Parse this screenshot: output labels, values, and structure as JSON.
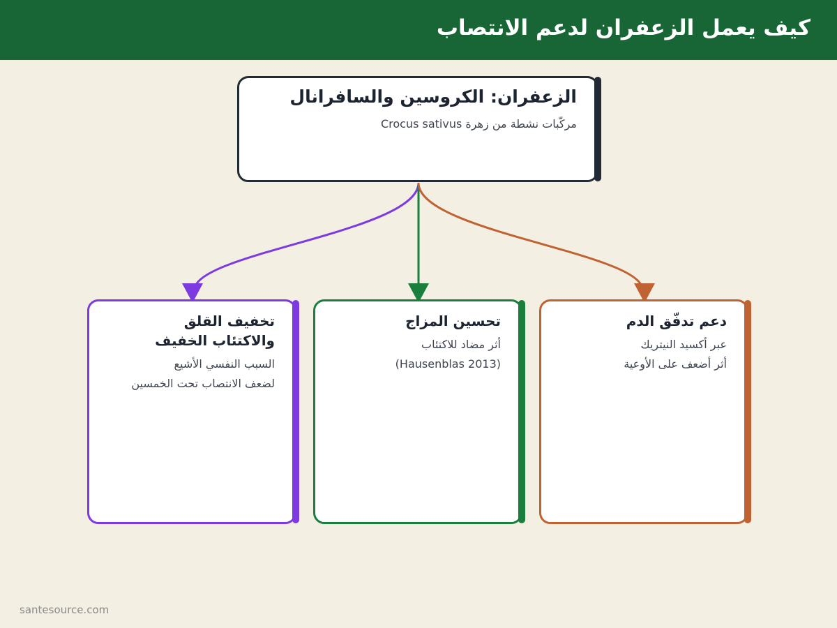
{
  "header": {
    "title": "كيف يعمل الزعفران لدعم الانتصاب"
  },
  "main": {
    "title": "الزعفران: الكروسين والسافرانال",
    "desc": "مركّبات نشطة من زهرة Crocus sativus"
  },
  "children": [
    {
      "title_lines": [
        "دعم تدفّق الدم"
      ],
      "desc_lines": [
        "عبر أكسيد النيتريك",
        "أثر أضعف على الأوعية"
      ],
      "color": "#c06333"
    },
    {
      "title_lines": [
        "تحسين المزاج"
      ],
      "desc_lines": [
        "أثر مضاد للاكتئاب",
        "(Hausenblas 2013)"
      ],
      "color": "#1a7f3d"
    },
    {
      "title_lines": [
        "تخفيف القلق",
        "والاكتئاب الخفيف"
      ],
      "desc_lines": [
        "السبب النفسي الأشيع",
        "لضعف الانتصاب تحت الخمسين"
      ],
      "color": "#7c3ae0"
    }
  ],
  "footer": {
    "source": "santesource.com"
  },
  "colors": {
    "header": "#186535",
    "background": "#f4efe3",
    "main_border": "#222a35"
  }
}
